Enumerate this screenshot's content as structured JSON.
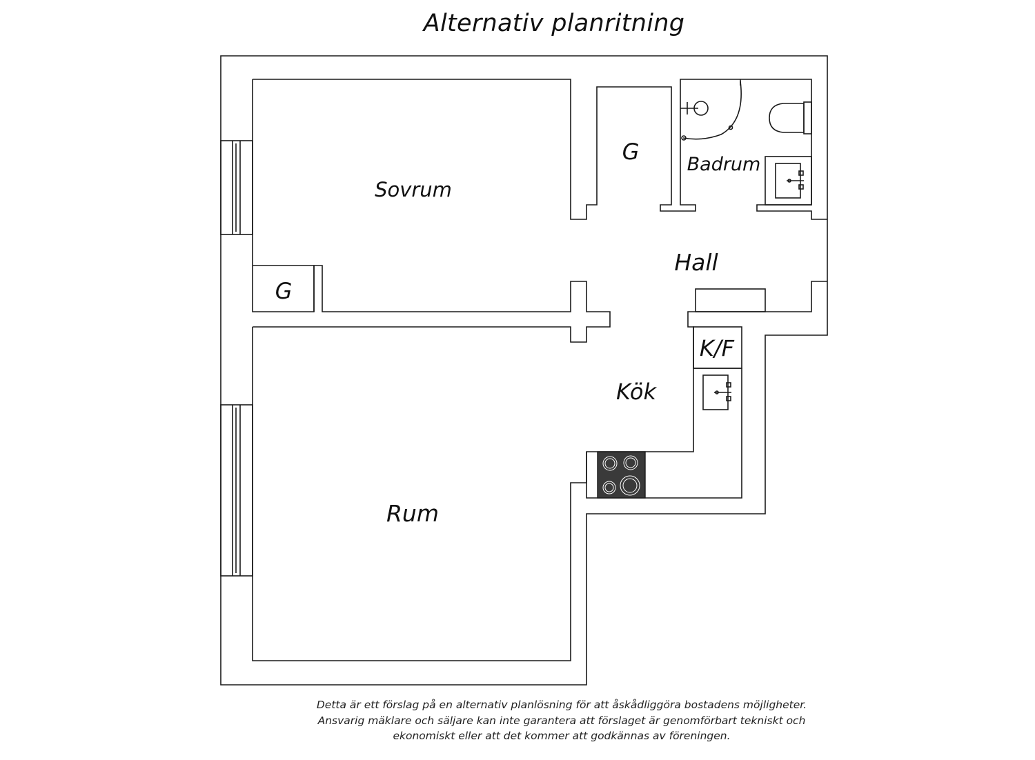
{
  "title": "Alternativ planritning",
  "rooms": {
    "sovrum": "Sovrum",
    "g_closet_top": "G",
    "badrum": "Badrum",
    "hall": "Hall",
    "g_closet_left": "G",
    "kf": "K/F",
    "kok": "Kök",
    "rum": "Rum"
  },
  "disclaimer": {
    "line1": "Detta är ett förslag på en alternativ planlösning för att åskådliggöra bostadens möjligheter.",
    "line2": "Ansvarig mäklare och säljare kan inte garantera att förslaget är genomförbart tekniskt och",
    "line3": "ekonomiskt eller att det kommer att godkännas av föreningen."
  },
  "icons": [
    "shower-icon",
    "toilet-icon",
    "bathroom-sink-icon",
    "kitchen-sink-icon",
    "stove-icon"
  ],
  "colors": {
    "line": "#1a1a1a",
    "stove": "#3a3a3a",
    "background": "#ffffff"
  }
}
